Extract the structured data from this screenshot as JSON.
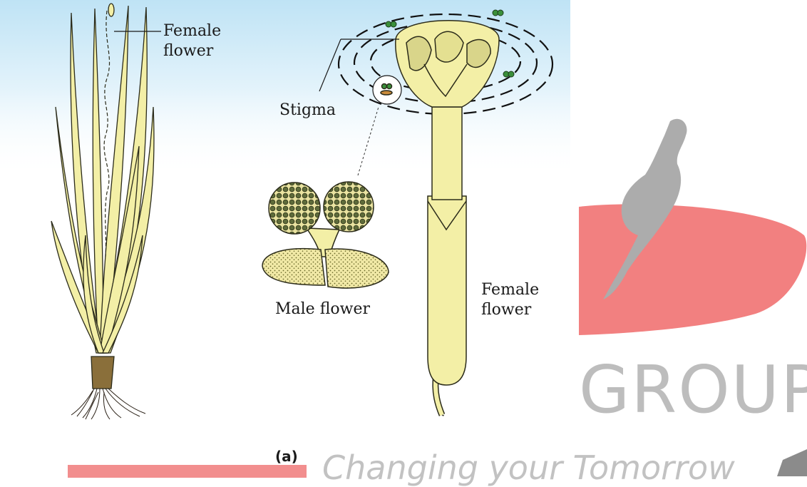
{
  "labels": {
    "female_flower_top": [
      "Female",
      "flower"
    ],
    "stigma": "Stigma",
    "male_flower": "Male flower",
    "female_flower_right": [
      "Female",
      "flower"
    ],
    "caption": "(a)"
  },
  "watermark": {
    "word": "GROUP",
    "tagline": "Changing your Tomorrow"
  },
  "colors": {
    "plant_fill": "#f3efa6",
    "plant_stroke": "#2b2b1a",
    "sky": "#cfe9f7",
    "watermark_red": "#f06060",
    "watermark_grey": "#b9b9b9",
    "pollen_green": "#3a8f3a"
  }
}
